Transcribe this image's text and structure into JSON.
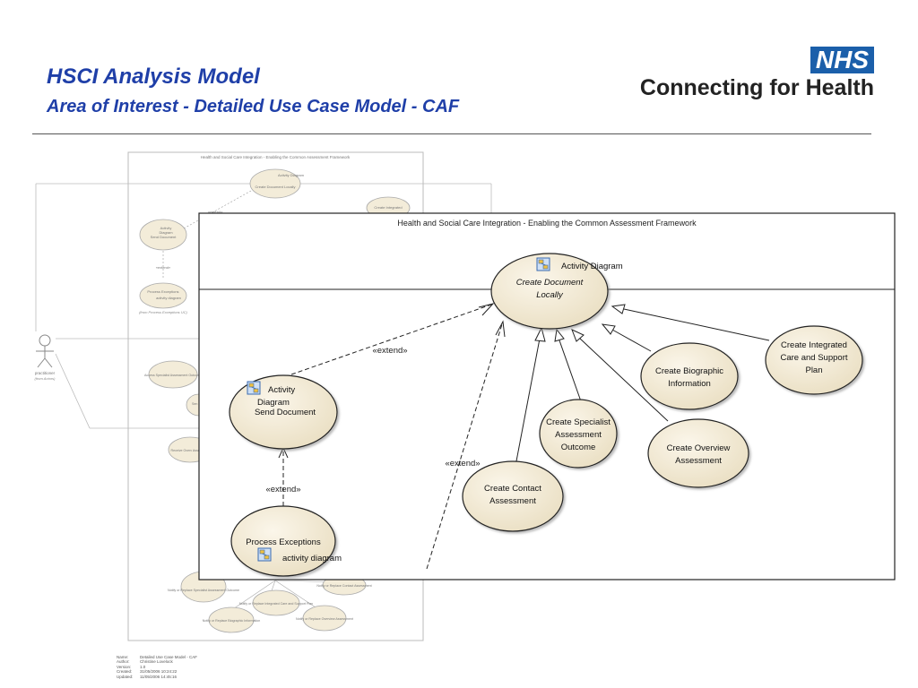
{
  "header": {
    "title_line1": "HSCI Analysis Model",
    "title_line2": "Area of Interest - Detailed Use Case Model - CAF"
  },
  "logo": {
    "nhs": "NHS",
    "tagline": "Connecting for Health",
    "color": "#1b5faa"
  },
  "background_diagram": {
    "frame_title": "Health and Social Care Integration - Enabling the Common Assessment Framework",
    "top_usecase": "Create Document Locally",
    "top_usecase_note": "Activity Diagram",
    "top_right_usecase": "Create Integrated",
    "send_document": [
      "Activity",
      "Diagram",
      "Send Document"
    ],
    "extend_label_small": "«extend»",
    "extend_label_small_2": "«extend»",
    "process_exceptions": "Process Exceptions",
    "process_exceptions_note": "activity diagram",
    "from_process_exceptions": "(from Process Exceptions UC)",
    "actor_name": "practitioner",
    "actor_from": "(from Actors)",
    "left_usecases": [
      "Access Specialist Assessment Outcome",
      "Sen",
      "Receive Overv Assessm"
    ],
    "bottom_usecases": [
      "Notify or Replace Specialist Assessment Outcome",
      "Notify or Replace Contact Assessment",
      "Notify or Replace Integrated Care and Support Plan",
      "Notify or Replace Biographic Information",
      "Notify or Replace Overview Assessment"
    ]
  },
  "metadata_block": [
    {
      "label": "Name:",
      "value": "Detailed Use Case Model - CAF"
    },
    {
      "label": "Author:",
      "value": "Christine Lovelock"
    },
    {
      "label": "Version:",
      "value": "1.0"
    },
    {
      "label": "Created:",
      "value": "31/05/2006 10:24:22"
    },
    {
      "label": "Updated:",
      "value": "11/05/2006 14:45:16"
    }
  ],
  "diagram": {
    "frame_title": "Health and Social Care Integration - Enabling the Common Assessment Framework",
    "create_document": {
      "line1": "Create Document",
      "line2": "Locally",
      "note": "Activity Diagram"
    },
    "send_document": {
      "note1": "Activity",
      "note2": "Diagram",
      "label": "Send Document"
    },
    "process_exceptions": {
      "label": "Process Exceptions",
      "note": "activity diagram"
    },
    "extend_labels": [
      "«extend»",
      "«extend»",
      "«extend»"
    ],
    "create_biographic": [
      "Create Biographic",
      "Information"
    ],
    "create_integrated": [
      "Create Integrated",
      "Care and Support",
      "Plan"
    ],
    "create_specialist": [
      "Create Specialist",
      "Assessment",
      "Outcome"
    ],
    "create_overview": [
      "Create Overview",
      "Assessment"
    ],
    "create_contact": [
      "Create Contact",
      "Assessment"
    ]
  }
}
